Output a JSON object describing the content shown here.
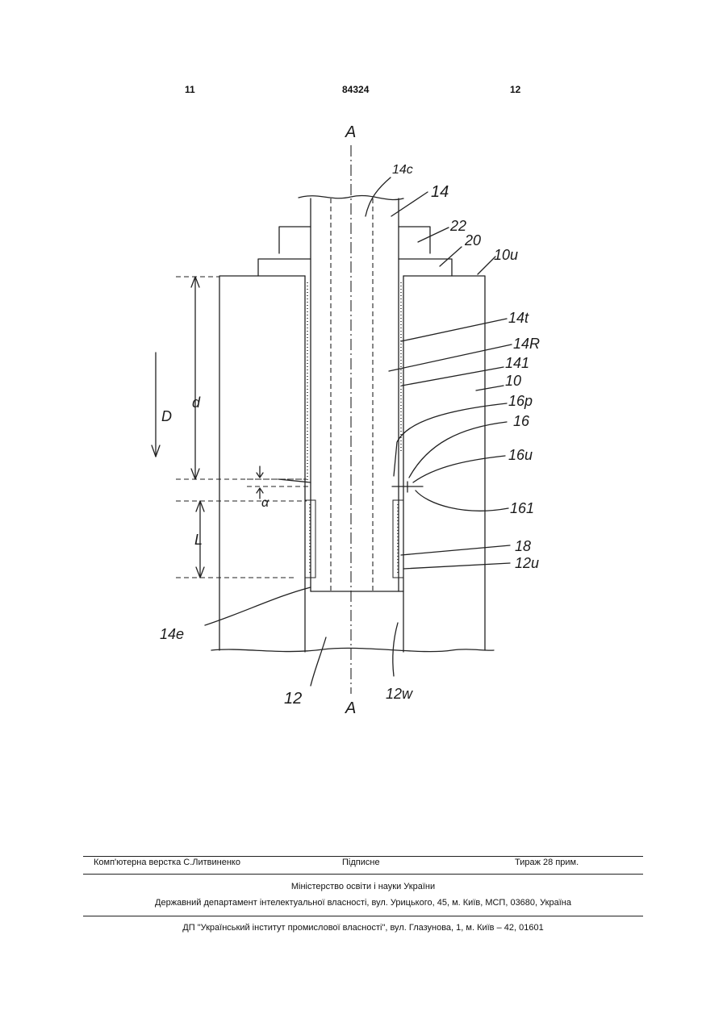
{
  "header": {
    "left_page": "11",
    "patent_number": "84324",
    "right_page": "12"
  },
  "figure": {
    "labels": {
      "section_top": "A",
      "section_bottom": "A",
      "l14c": "14c",
      "l14": "14",
      "l22": "22",
      "l20": "20",
      "l10u": "10u",
      "l14t": "14t",
      "l14r": "14R",
      "l141": "141",
      "l10": "10",
      "l16p": "16p",
      "l16": "16",
      "l16u": "16u",
      "l161": "161",
      "l18": "18",
      "l12u": "12u",
      "l14e": "14e",
      "l12": "12",
      "l12w": "12w",
      "dim_d": "d",
      "dim_l": "L",
      "dim_alpha": "α",
      "direction_d": "D"
    }
  },
  "footer": {
    "typesetting": "Комп'ютерна верстка С.Литвиненко",
    "signed": "Підписне",
    "circulation": "Тираж 28 прим.",
    "ministry": "Міністерство освіти і науки України",
    "department": "Державний департамент інтелектуальної власності, вул. Урицького, 45, м. Київ, МСП, 03680, Україна",
    "institute": "ДП \"Український інститут промислової власності\", вул. Глазунова, 1, м. Київ – 42, 01601"
  }
}
